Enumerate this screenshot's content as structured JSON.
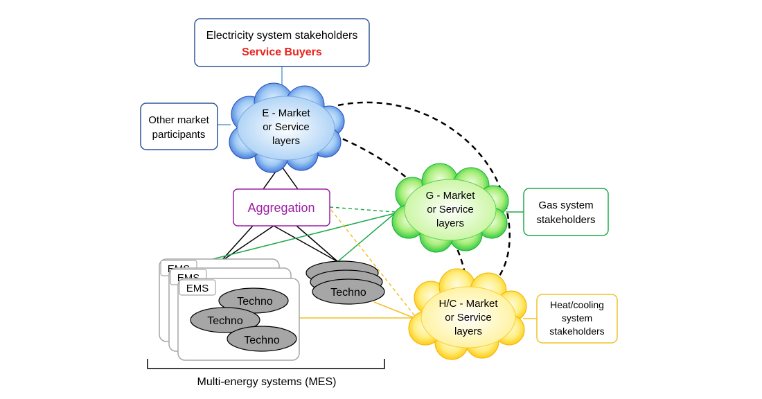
{
  "buyers": {
    "line1": "Electricity system stakeholders",
    "line2": "Service Buyers"
  },
  "other_participants": {
    "line1": "Other market",
    "line2": "participants"
  },
  "e_market": {
    "line1": "E - Market",
    "line2": "or Service",
    "line3": "layers"
  },
  "aggregation": "Aggregation",
  "g_market": {
    "line1": "G - Market",
    "line2": "or Service",
    "line3": "layers"
  },
  "gas_stakeholders": {
    "line1": "Gas system",
    "line2": "stakeholders"
  },
  "hc_market": {
    "line1": "H/C - Market",
    "line2": "or Service",
    "line3": "layers"
  },
  "heat_stakeholders": {
    "line1": "Heat/cooling",
    "line2": "system",
    "line3": "stakeholders"
  },
  "mes": {
    "ems_label": "EMS",
    "techno_label": "Techno",
    "caption": "Multi-energy systems (MES)"
  },
  "colors": {
    "electricity": "#2f5597",
    "buyers_red": "#e8221c",
    "aggregation": "#9b1fa4",
    "gas": "#1eaa4b",
    "heat": "#f2c026",
    "neutral": "#a6a6a6",
    "techno_fill": "#a6a6a6"
  }
}
